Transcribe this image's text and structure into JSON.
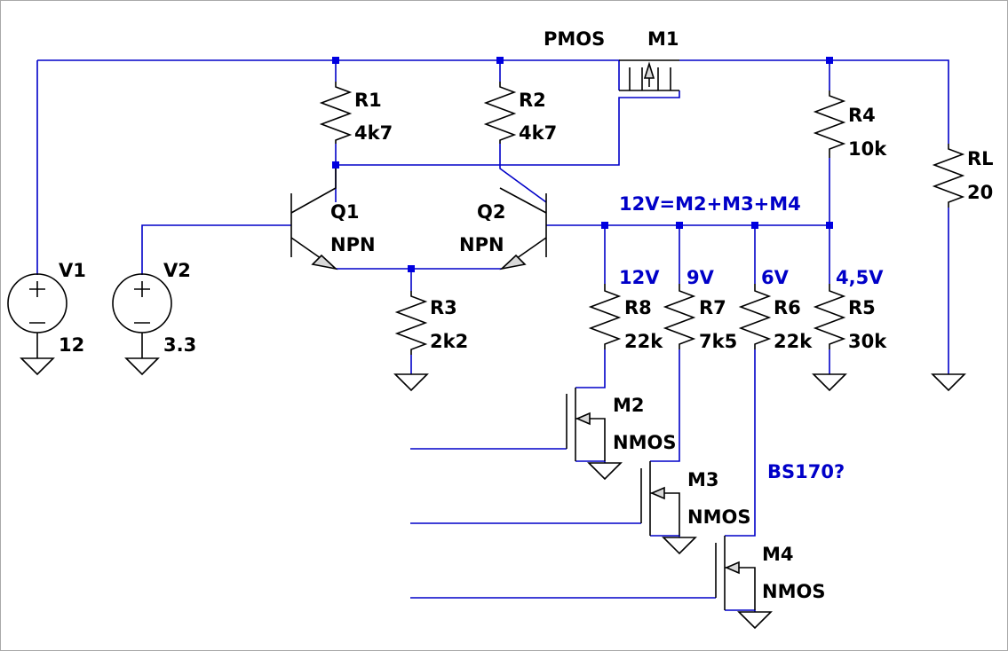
{
  "components": {
    "V1": {
      "name": "V1",
      "value": "12"
    },
    "V2": {
      "name": "V2",
      "value": "3.3"
    },
    "R1": {
      "name": "R1",
      "value": "4k7"
    },
    "R2": {
      "name": "R2",
      "value": "4k7"
    },
    "R3": {
      "name": "R3",
      "value": "2k2"
    },
    "R4": {
      "name": "R4",
      "value": "10k"
    },
    "RL": {
      "name": "RL",
      "value": "20"
    },
    "R5": {
      "name": "R5",
      "value": "30k"
    },
    "R6": {
      "name": "R6",
      "value": "22k"
    },
    "R7": {
      "name": "R7",
      "value": "7k5"
    },
    "R8": {
      "name": "R8",
      "value": "22k"
    },
    "Q1": {
      "name": "Q1",
      "type": "NPN"
    },
    "Q2": {
      "name": "Q2",
      "type": "NPN"
    },
    "M1": {
      "name": "M1",
      "type": "PMOS"
    },
    "M2": {
      "name": "M2",
      "type": "NMOS"
    },
    "M3": {
      "name": "M3",
      "type": "NMOS"
    },
    "M4": {
      "name": "M4",
      "type": "NMOS"
    }
  },
  "annotations": {
    "sum": "12V=M2+M3+M4",
    "v12": "12V",
    "v9": "9V",
    "v6": "6V",
    "v45": "4,5V",
    "part": "BS170?"
  },
  "colors": {
    "wire": "#0000c8",
    "component": "#000000",
    "junction": "#0000e0",
    "note": "#0000c8"
  }
}
